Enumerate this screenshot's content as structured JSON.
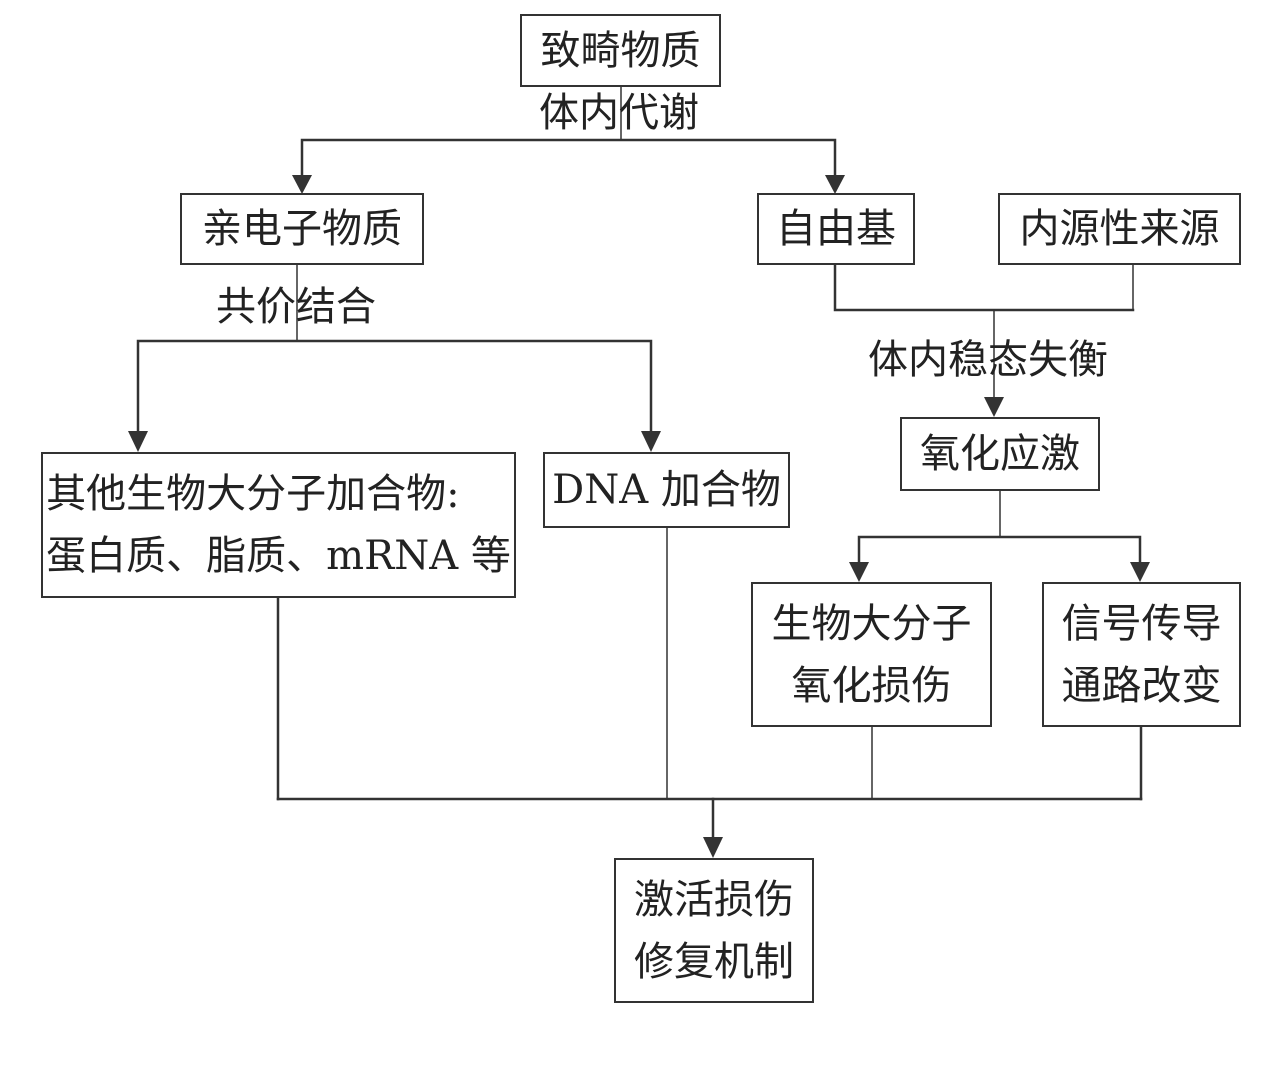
{
  "nodes": {
    "teratogen": "致畸物质",
    "electrophile": "亲电子物质",
    "free_radical": "自由基",
    "endogenous": "内源性来源",
    "other_adducts": "其他生物大分子加合物:\n蛋白质、脂质、mRNA 等",
    "dna_adduct": "DNA 加合物",
    "oxidative_stress": "氧化应激",
    "oxidative_damage": "生物大分子\n氧化损伤",
    "signal_change": "信号传导\n通路改变",
    "repair": "激活损伤\n修复机制"
  },
  "edge_labels": {
    "metabolism": "体内代谢",
    "covalent": "共价结合",
    "imbalance": "体内稳态失衡"
  },
  "colors": {
    "line": "#333333",
    "text": "#222222",
    "background": "#ffffff"
  }
}
